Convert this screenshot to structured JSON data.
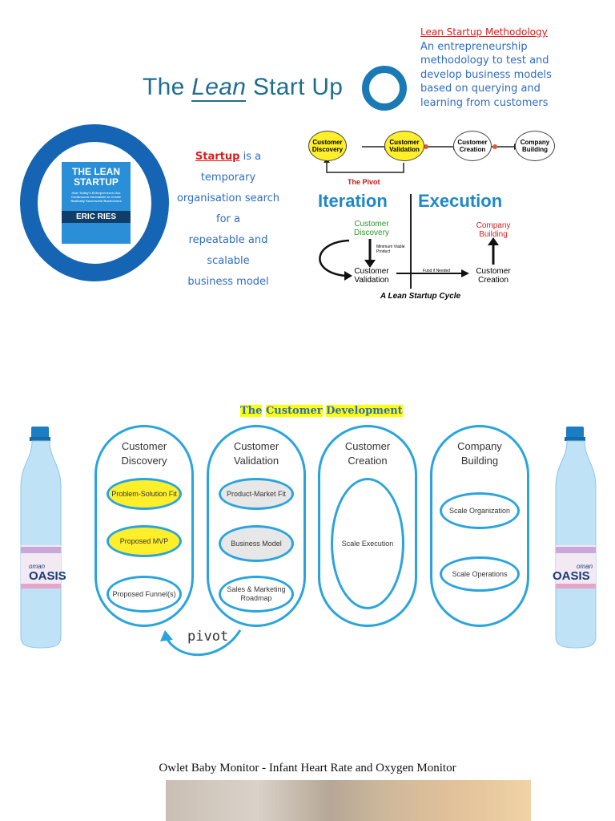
{
  "header": {
    "title_pre": "The",
    "title_lean": "Lean",
    "title_post": "Start Up"
  },
  "methodology": {
    "heading": "Lean Startup Methodology",
    "line1": "An entrepreneurship",
    "line2": "methodology to test and",
    "line3": "develop business models",
    "line4": "based on querying and",
    "line5": "learning from customers"
  },
  "book": {
    "title_line1": "THE LEAN",
    "title_line2": "STARTUP",
    "subtitle": "How Today's Entrepreneurs Use Continuous Innovation to Create Radically Successful Businesses",
    "author": "ERIC RIES"
  },
  "startup_def": {
    "term": "Startup",
    "rest1": " is a temporary",
    "line2": "organisation search for a",
    "line3": "repeatable and scalable",
    "line4": "business model"
  },
  "pivot_flow": {
    "nodes": [
      "Customer Discovery",
      "Customer Validation",
      "Customer Creation",
      "Company Building"
    ],
    "pivot_label": "The Pivot"
  },
  "cycle": {
    "iteration": "Iteration",
    "execution": "Execution",
    "customer_discovery": "Customer Discovery",
    "customer_validation": "Customer Validation",
    "customer_creation": "Customer Creation",
    "company_building": "Company Building",
    "mvp": "Minimum Viable Product",
    "fund": "Fund if Needed",
    "caption": "A Lean Startup Cycle"
  },
  "customer_dev": {
    "title_w1": "The",
    "title_w2": "Customer",
    "title_w3": "Development",
    "phases": [
      {
        "label_l1": "Customer",
        "label_l2": "Discovery",
        "items": [
          "Problem-Solution Fit",
          "Proposed MVP",
          "Proposed Funnel(s)"
        ]
      },
      {
        "label_l1": "Customer",
        "label_l2": "Validation",
        "items": [
          "Product-Market Fit",
          "Business Model",
          "Sales & Marketing Roadmap"
        ]
      },
      {
        "label_l1": "Customer",
        "label_l2": "Creation",
        "items": [
          "Scale Execution"
        ]
      },
      {
        "label_l1": "Company",
        "label_l2": "Building",
        "items": [
          "Scale Organization",
          "Scale Operations"
        ]
      }
    ],
    "pivot": "pivot",
    "bottle_brand_top": "oman",
    "bottle_brand": "OASIS"
  },
  "owlet": {
    "caption": "Owlet Baby Monitor - Infant Heart Rate and Oxygen Monitor"
  }
}
